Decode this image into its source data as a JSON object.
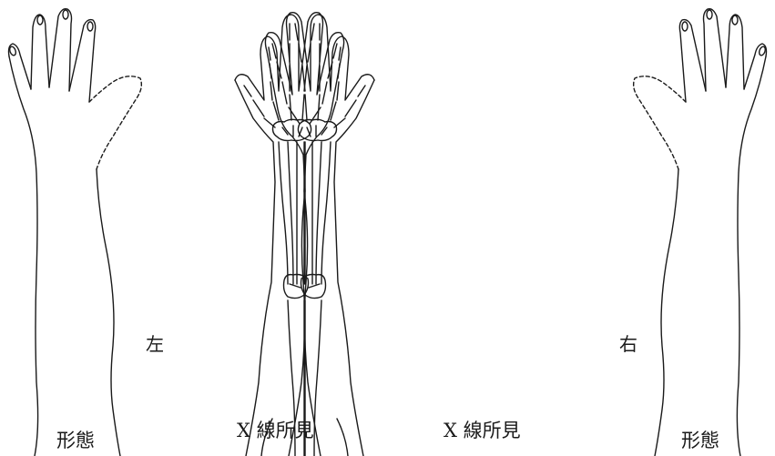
{
  "labels": {
    "left_side": "左",
    "right_side": "右",
    "left_form": "形態",
    "right_form": "形態",
    "left_xray": "X 線所見",
    "right_xray": "X 線所見"
  },
  "colors": {
    "line": "#1a1a1a",
    "background": "#ffffff"
  }
}
